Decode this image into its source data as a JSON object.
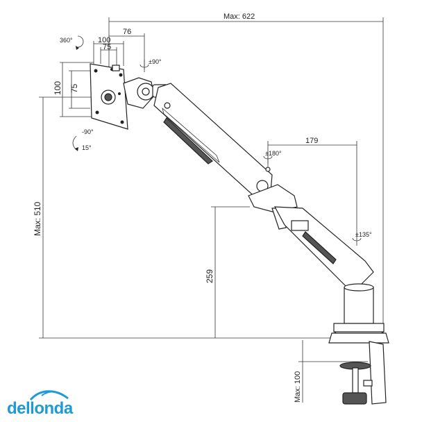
{
  "dimensions": {
    "max_reach": "Max: 622",
    "max_height": "Max: 510",
    "desk_thickness": "Max: 100",
    "lower_arm": "179",
    "pole_height": "259",
    "vesa_horizontal_outer": "100",
    "vesa_horizontal_inner": "75",
    "vesa_vertical_outer": "100",
    "vesa_vertical_inner": "75",
    "plate_offset": "76"
  },
  "rotations": {
    "rotate": "360°",
    "swivel_head": "±90°",
    "tilt_up": "-90°",
    "tilt_down": "15°",
    "swivel_elbow": "±180°",
    "swivel_base": "±135°"
  },
  "brand": {
    "name": "dellonda",
    "color": "#1f9ad6"
  }
}
